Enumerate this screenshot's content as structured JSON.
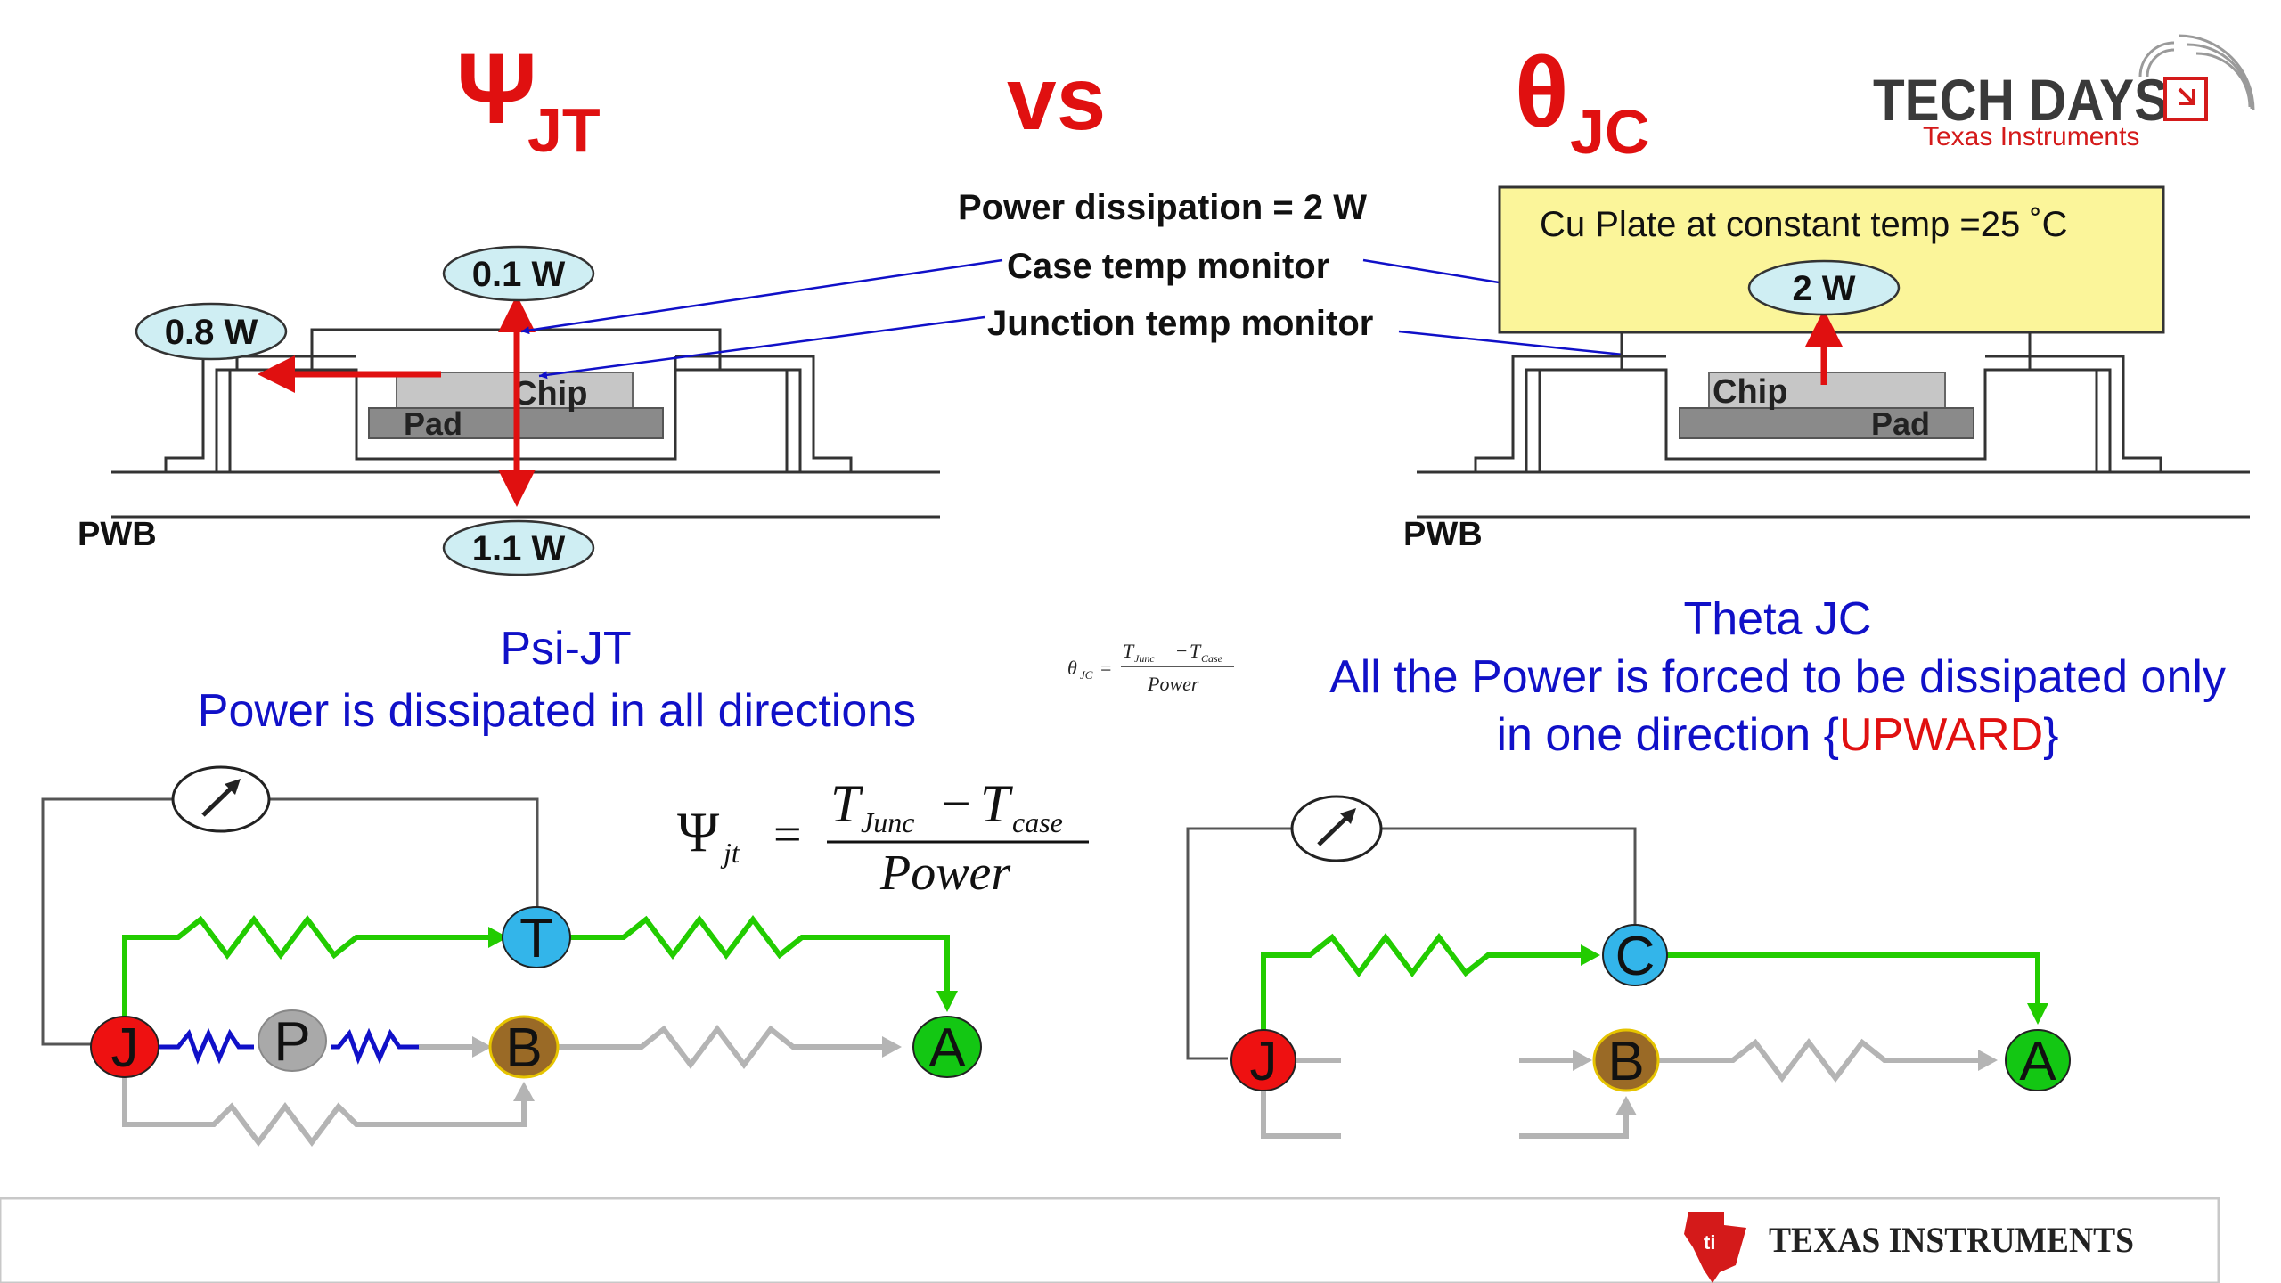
{
  "heading": {
    "psi_symbol": "Ψ",
    "psi_subscript": "JT",
    "vs": "vs",
    "theta_symbol": "θ",
    "theta_subscript": "JC"
  },
  "logo": {
    "title": "TECH DAYS",
    "subtitle": "Texas Instruments"
  },
  "callouts": {
    "power_dissipation": "Power dissipation = 2 W",
    "case_temp_monitor": "Case temp monitor",
    "junction_temp_monitor": "Junction temp monitor"
  },
  "psi_package": {
    "top_power": "0.1 W",
    "side_power": "0.8 W",
    "bottom_power": "1.1 W",
    "chip_label": "Chip",
    "pad_label": "Pad",
    "board_label": "PWB"
  },
  "theta_package": {
    "plate_label": "Cu  Plate at constant temp =25 ˚C",
    "top_power": "2 W",
    "chip_label": "Chip",
    "pad_label": "Pad",
    "board_label": "PWB"
  },
  "psi_caption": {
    "title": "Psi-JT",
    "description": "Power is dissipated in all directions"
  },
  "theta_caption": {
    "title": "Theta JC",
    "line1": "All the Power is forced to be dissipated only",
    "line2_pre": "in one direction {",
    "line2_emph": "UPWARD",
    "line2_post": "}"
  },
  "formulas": {
    "theta_lhs": "θ",
    "theta_lhs_sub": "JC",
    "theta_num_a": "T",
    "theta_num_a_sub": "Junc",
    "theta_minus": "−",
    "theta_num_b": "T",
    "theta_num_b_sub": "Case",
    "theta_den": "Power",
    "psi_lhs": "Ψ",
    "psi_lhs_sub": "jt",
    "psi_num_a": "T",
    "psi_num_a_sub": "Junc",
    "psi_minus": "−",
    "psi_num_b": "T",
    "psi_num_b_sub": "case",
    "psi_den": "Power",
    "equals": "="
  },
  "psi_network": {
    "node_j": "J",
    "node_p": "P",
    "node_t": "T",
    "node_b": "B",
    "node_a": "A"
  },
  "theta_network": {
    "node_j": "J",
    "node_c": "C",
    "node_b": "B",
    "node_a": "A"
  },
  "footer": {
    "brand": "TEXAS INSTRUMENTS"
  },
  "colors": {
    "heading_red": "#e01010",
    "caption_blue": "#1010c8",
    "callout_fill": "#cfeef3",
    "plate_fill": "#fbf59a",
    "green_path": "#22cc00",
    "gray_path": "#b4b4b4",
    "junction_red": "#ee1111",
    "node_blue": "#33b5ea",
    "node_brown": "#9a6a26",
    "node_green": "#13c713",
    "node_gray": "#a9a9a9"
  }
}
